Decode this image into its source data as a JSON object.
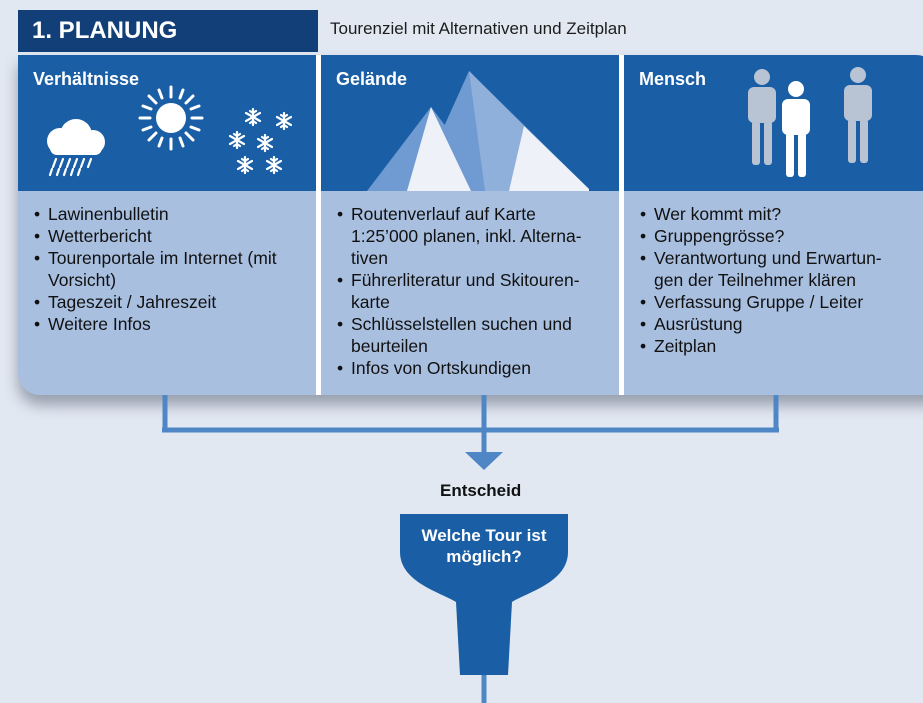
{
  "header": {
    "title": "1. PLANUNG",
    "subtitle": "Tourenziel mit Alternativen und Zeitplan"
  },
  "columns": [
    {
      "title": "Verhältnisse",
      "icons": [
        "rain-cloud-icon",
        "sun-icon",
        "snowflakes-icon"
      ],
      "items": [
        "Lawinenbulletin",
        "Wetterbericht",
        "Tourenportale im Internet (mit Vorsicht)",
        "Tageszeit / Jahreszeit",
        "Weitere Infos"
      ]
    },
    {
      "title": "Gelände",
      "icons": [
        "mountains-icon"
      ],
      "items": [
        "Routenverlauf auf Karte 1:25’000 planen, inkl. Alterna- tiven",
        "Führerliteratur und Skitouren- karte",
        "Schlüsselstellen suchen und beurteilen",
        "Infos von Ortskundigen"
      ]
    },
    {
      "title": "Mensch",
      "icons": [
        "people-icon"
      ],
      "items": [
        "Wer kommt mit?",
        "Gruppengrösse?",
        "Verantwortung und Erwartun- gen der Teilnehmer klären",
        "Verfassung Gruppe / Leiter",
        "Ausrüstung",
        "Zeitplan"
      ]
    }
  ],
  "decision": {
    "label": "Entscheid",
    "question": "Welche Tour ist möglich?"
  },
  "colors": {
    "header_dark": "#123f77",
    "column_head": "#1a5fa6",
    "column_body": "#a8bfe0",
    "connector": "#4f86c6",
    "background": "#e2e8f2"
  }
}
